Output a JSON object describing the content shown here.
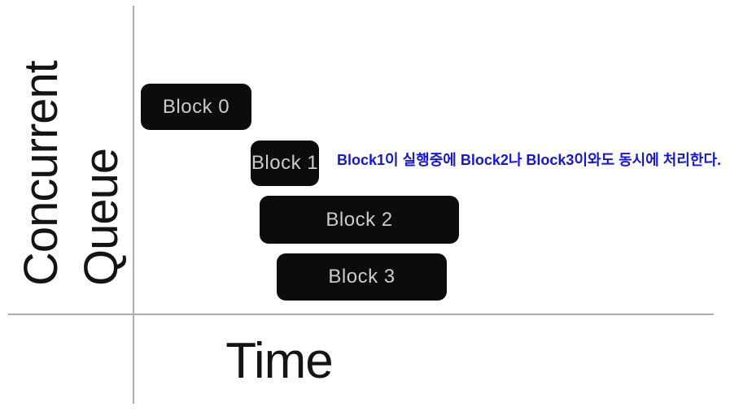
{
  "diagram": {
    "y_axis": {
      "label_line1": "Concurrent",
      "label_line2": "Queue"
    },
    "x_axis": {
      "label": "Time"
    },
    "blocks": [
      {
        "label": "Block 0"
      },
      {
        "label": "Block 1"
      },
      {
        "label": "Block 2"
      },
      {
        "label": "Block 3"
      }
    ],
    "annotation": {
      "text": "Block1이 실행중에 Block2나 Block3이와도 동시에 처리한다."
    },
    "colors": {
      "block_bg": "#0c0c0c",
      "block_text": "#cbcbcb",
      "axis_line": "#aeaeae",
      "label_text": "#141414",
      "annotation_color": "#1414e6"
    }
  }
}
